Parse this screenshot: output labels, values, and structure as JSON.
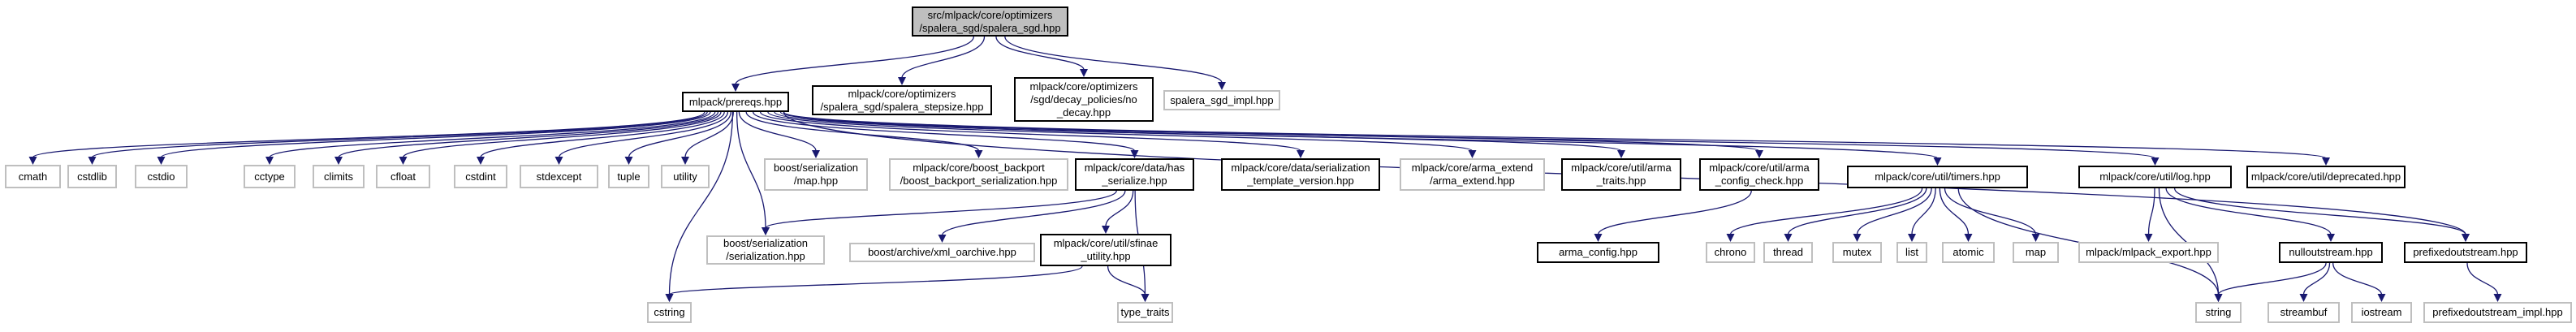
{
  "colors": {
    "edge": "#191970",
    "root_fill": "#bfbfbf",
    "documented_border": "#000000",
    "external_border": "#bfbfbf"
  },
  "nodes": [
    {
      "id": "root",
      "label": "src/mlpack/core/optimizers\n/spalera_sgd/spalera_sgd.hpp",
      "kind": "root"
    },
    {
      "id": "prereqs",
      "label": "mlpack/prereqs.hpp",
      "kind": "doc"
    },
    {
      "id": "stepsize",
      "label": "mlpack/core/optimizers\n/spalera_sgd/spalera_stepsize.hpp",
      "kind": "doc"
    },
    {
      "id": "no_decay",
      "label": "mlpack/core/optimizers\n/sgd/decay_policies/no\n_decay.hpp",
      "kind": "doc"
    },
    {
      "id": "spalera_impl",
      "label": "spalera_sgd_impl.hpp",
      "kind": "ext"
    },
    {
      "id": "cmath",
      "label": "cmath",
      "kind": "ext"
    },
    {
      "id": "cstdlib",
      "label": "cstdlib",
      "kind": "ext"
    },
    {
      "id": "cstdio",
      "label": "cstdio",
      "kind": "ext"
    },
    {
      "id": "cctype",
      "label": "cctype",
      "kind": "ext"
    },
    {
      "id": "climits",
      "label": "climits",
      "kind": "ext"
    },
    {
      "id": "cfloat",
      "label": "cfloat",
      "kind": "ext"
    },
    {
      "id": "cstdint",
      "label": "cstdint",
      "kind": "ext"
    },
    {
      "id": "stdexcept",
      "label": "stdexcept",
      "kind": "ext"
    },
    {
      "id": "tuple",
      "label": "tuple",
      "kind": "ext"
    },
    {
      "id": "utility",
      "label": "utility",
      "kind": "ext"
    },
    {
      "id": "boost_map",
      "label": "boost/serialization\n/map.hpp",
      "kind": "ext"
    },
    {
      "id": "backport",
      "label": "mlpack/core/boost_backport\n/boost_backport_serialization.hpp",
      "kind": "ext"
    },
    {
      "id": "has_serialize",
      "label": "mlpack/core/data/has\n_serialize.hpp",
      "kind": "doc"
    },
    {
      "id": "template_version",
      "label": "mlpack/core/data/serialization\n_template_version.hpp",
      "kind": "doc"
    },
    {
      "id": "arma_extend",
      "label": "mlpack/core/arma_extend\n/arma_extend.hpp",
      "kind": "ext"
    },
    {
      "id": "arma_traits",
      "label": "mlpack/core/util/arma\n_traits.hpp",
      "kind": "doc"
    },
    {
      "id": "config_check",
      "label": "mlpack/core/util/arma\n_config_check.hpp",
      "kind": "doc"
    },
    {
      "id": "timers",
      "label": "mlpack/core/util/timers.hpp",
      "kind": "doc"
    },
    {
      "id": "log",
      "label": "mlpack/core/util/log.hpp",
      "kind": "doc"
    },
    {
      "id": "deprecated",
      "label": "mlpack/core/util/deprecated.hpp",
      "kind": "doc"
    },
    {
      "id": "boost_serialization",
      "label": "boost/serialization\n/serialization.hpp",
      "kind": "ext"
    },
    {
      "id": "xml_oarchive",
      "label": "boost/archive/xml_oarchive.hpp",
      "kind": "ext"
    },
    {
      "id": "sfinae",
      "label": "mlpack/core/util/sfinae\n_utility.hpp",
      "kind": "doc"
    },
    {
      "id": "arma_config",
      "label": "arma_config.hpp",
      "kind": "doc"
    },
    {
      "id": "chrono",
      "label": "chrono",
      "kind": "ext"
    },
    {
      "id": "thread",
      "label": "thread",
      "kind": "ext"
    },
    {
      "id": "mutex",
      "label": "mutex",
      "kind": "ext"
    },
    {
      "id": "list",
      "label": "list",
      "kind": "ext"
    },
    {
      "id": "atomic",
      "label": "atomic",
      "kind": "ext"
    },
    {
      "id": "std_map",
      "label": "map",
      "kind": "ext"
    },
    {
      "id": "mlpack_export",
      "label": "mlpack/mlpack_export.hpp",
      "kind": "ext"
    },
    {
      "id": "nulloutstream",
      "label": "nulloutstream.hpp",
      "kind": "doc"
    },
    {
      "id": "prefixedoutstream",
      "label": "prefixedoutstream.hpp",
      "kind": "doc"
    },
    {
      "id": "cstring",
      "label": "cstring",
      "kind": "ext"
    },
    {
      "id": "type_traits",
      "label": "type_traits",
      "kind": "ext"
    },
    {
      "id": "string",
      "label": "string",
      "kind": "ext"
    },
    {
      "id": "streambuf",
      "label": "streambuf",
      "kind": "ext"
    },
    {
      "id": "iostream",
      "label": "iostream",
      "kind": "ext"
    },
    {
      "id": "prefixedoutstream_impl",
      "label": "prefixedoutstream_impl.hpp",
      "kind": "ext"
    }
  ],
  "edges": [
    [
      "root",
      "prereqs"
    ],
    [
      "root",
      "stepsize"
    ],
    [
      "root",
      "no_decay"
    ],
    [
      "root",
      "spalera_impl"
    ],
    [
      "prereqs",
      "cmath"
    ],
    [
      "prereqs",
      "cstdlib"
    ],
    [
      "prereqs",
      "cstdio"
    ],
    [
      "prereqs",
      "cstring"
    ],
    [
      "prereqs",
      "cctype"
    ],
    [
      "prereqs",
      "climits"
    ],
    [
      "prereqs",
      "cfloat"
    ],
    [
      "prereqs",
      "cstdint"
    ],
    [
      "prereqs",
      "stdexcept"
    ],
    [
      "prereqs",
      "tuple"
    ],
    [
      "prereqs",
      "utility"
    ],
    [
      "prereqs",
      "boost_serialization"
    ],
    [
      "prereqs",
      "boost_map"
    ],
    [
      "prereqs",
      "backport"
    ],
    [
      "prereqs",
      "has_serialize"
    ],
    [
      "prereqs",
      "template_version"
    ],
    [
      "prereqs",
      "arma_extend"
    ],
    [
      "prereqs",
      "arma_traits"
    ],
    [
      "prereqs",
      "config_check"
    ],
    [
      "prereqs",
      "timers"
    ],
    [
      "prereqs",
      "log"
    ],
    [
      "prereqs",
      "deprecated"
    ],
    [
      "prereqs",
      "prefixedoutstream"
    ],
    [
      "has_serialize",
      "boost_serialization"
    ],
    [
      "has_serialize",
      "xml_oarchive"
    ],
    [
      "has_serialize",
      "sfinae"
    ],
    [
      "has_serialize",
      "type_traits"
    ],
    [
      "sfinae",
      "type_traits"
    ],
    [
      "sfinae",
      "cstring"
    ],
    [
      "config_check",
      "arma_config"
    ],
    [
      "timers",
      "string"
    ],
    [
      "timers",
      "chrono"
    ],
    [
      "timers",
      "thread"
    ],
    [
      "timers",
      "mutex"
    ],
    [
      "timers",
      "list"
    ],
    [
      "timers",
      "atomic"
    ],
    [
      "timers",
      "std_map"
    ],
    [
      "log",
      "mlpack_export"
    ],
    [
      "log",
      "string"
    ],
    [
      "log",
      "nulloutstream"
    ],
    [
      "log",
      "prefixedoutstream"
    ],
    [
      "nulloutstream",
      "string"
    ],
    [
      "nulloutstream",
      "streambuf"
    ],
    [
      "nulloutstream",
      "iostream"
    ],
    [
      "prefixedoutstream",
      "prefixedoutstream_impl"
    ]
  ]
}
